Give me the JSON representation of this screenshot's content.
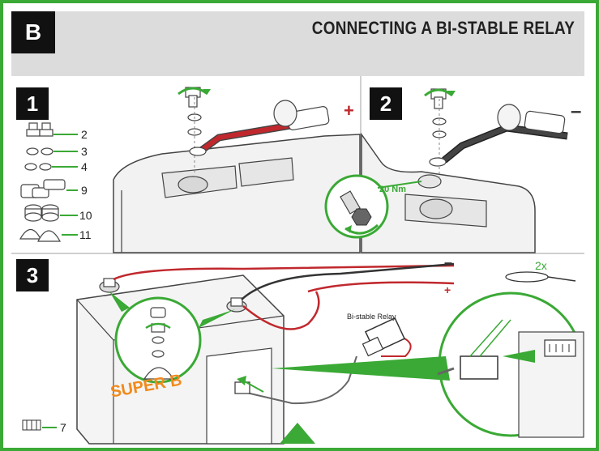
{
  "section_badge": "B",
  "title": "CONNECTING A BI-STABLE RELAY",
  "steps": {
    "step1": "1",
    "step2": "2",
    "step3": "3"
  },
  "parts": [
    {
      "number": "2"
    },
    {
      "number": "3"
    },
    {
      "number": "4"
    },
    {
      "number": "9"
    },
    {
      "number": "10"
    },
    {
      "number": "11"
    }
  ],
  "part7": "7",
  "torque": "20 Nm",
  "plus_sign": "+",
  "minus_sign": "–",
  "relay_label": "Bi-stable Relay",
  "quantity": "2x",
  "brand_text": "SUPER B",
  "colors": {
    "accent_green": "#3aa935",
    "header_gray": "#dcdcdc",
    "positive_red": "#c0282d",
    "negative_black": "#333333"
  }
}
